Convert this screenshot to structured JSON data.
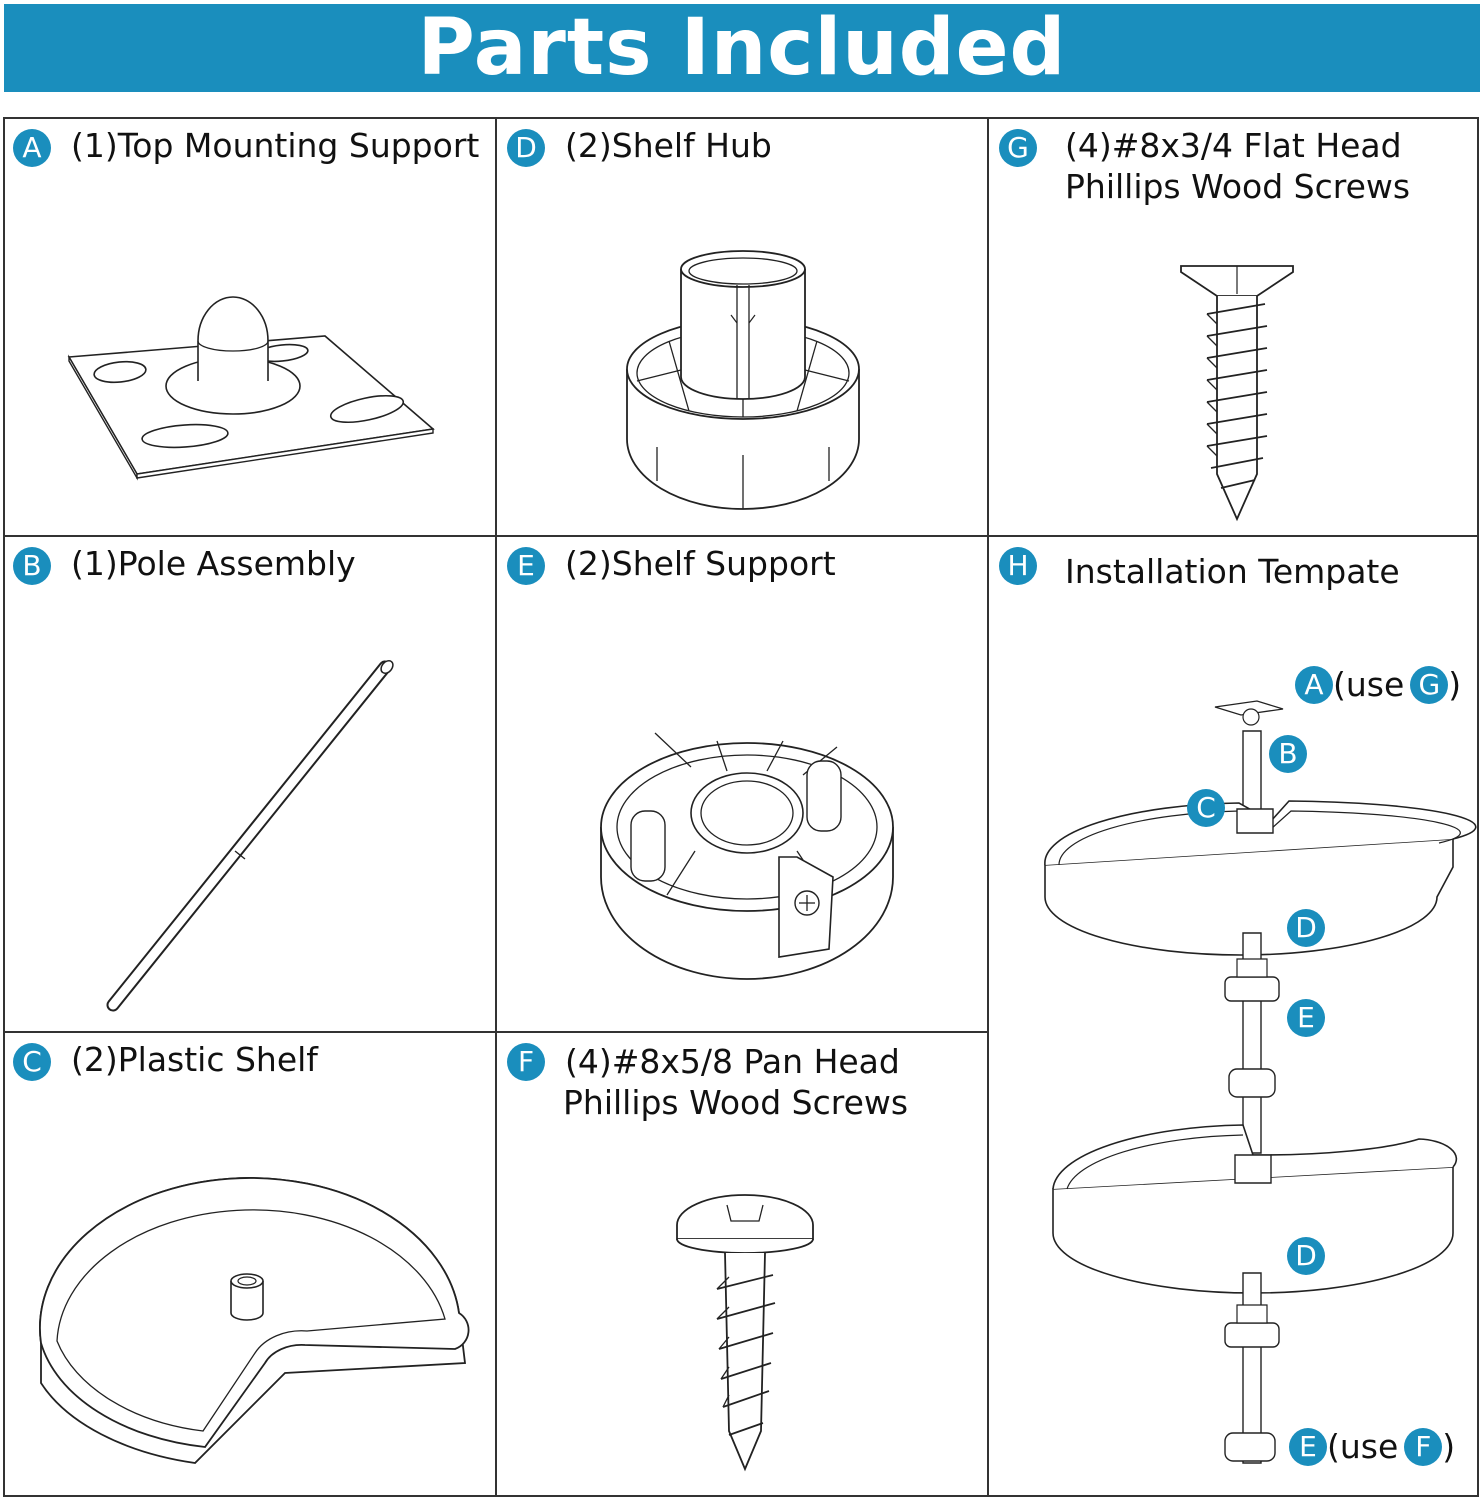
{
  "banner": {
    "title": "Parts Included"
  },
  "parts": [
    {
      "letter": "A",
      "qty_name": "(1)Top Mounting Support",
      "line2": "",
      "icon": "mounting-plate"
    },
    {
      "letter": "D",
      "qty_name": "(2)Shelf Hub",
      "line2": "",
      "icon": "shelf-hub"
    },
    {
      "letter": "G",
      "qty_name": "(4)#8x3/4 Flat Head",
      "line2": "Phillips Wood Screws",
      "icon": "flat-head-screw"
    },
    {
      "letter": "B",
      "qty_name": "(1)Pole Assembly",
      "line2": "",
      "icon": "pole"
    },
    {
      "letter": "E",
      "qty_name": "(2)Shelf Support",
      "line2": "",
      "icon": "shelf-support"
    },
    {
      "letter": "H",
      "qty_name": "Installation Tempate",
      "line2": "",
      "icon": "installation-diagram"
    },
    {
      "letter": "C",
      "qty_name": "(2)Plastic Shelf",
      "line2": "",
      "icon": "kidney-shelf"
    },
    {
      "letter": "F",
      "qty_name": "(4)#8x5/8 Pan Head",
      "line2": "Phillips Wood Screws",
      "icon": "pan-head-screw"
    }
  ],
  "diagram": {
    "top_callout": {
      "part": "A",
      "prefix": "(use",
      "uses": "G",
      "suffix": ")"
    },
    "b": "B",
    "c": "C",
    "d1": "D",
    "e1": "E",
    "d2": "D",
    "bottom_callout": {
      "part": "E",
      "prefix": "(use",
      "uses": "F",
      "suffix": ")"
    }
  },
  "colors": {
    "accent": "#1a8ebd",
    "line": "#333333"
  }
}
